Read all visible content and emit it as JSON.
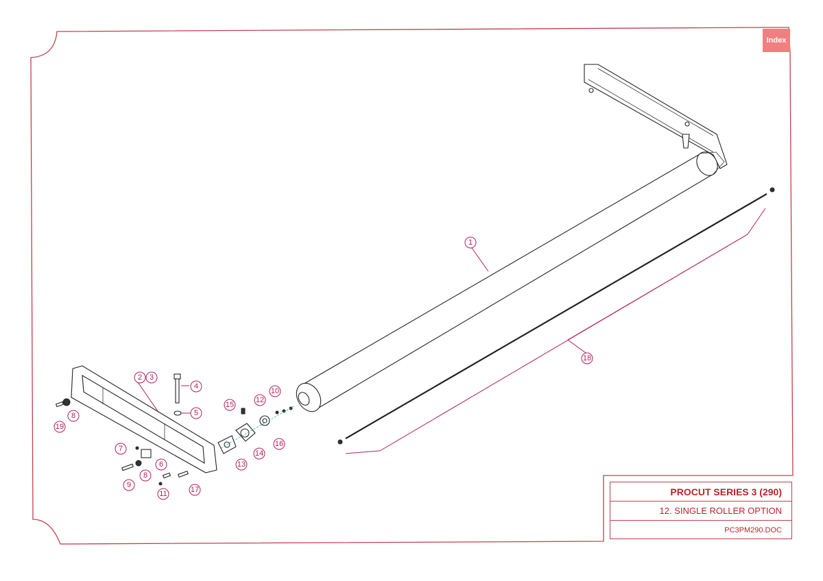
{
  "header": {
    "index_label": "Index"
  },
  "title_block": {
    "title": "PROCUT SERIES 3 (290)",
    "subtitle": "12. SINGLE ROLLER OPTION",
    "doc_ref": "PC3PM290.DOC"
  },
  "colors": {
    "frame": "#c0404a",
    "callout": "#b0205a",
    "index_bg": "#f08080"
  },
  "callouts": [
    "1",
    "2",
    "3",
    "4",
    "5",
    "6",
    "7",
    "8",
    "8",
    "9",
    "10",
    "11",
    "12",
    "13",
    "14",
    "15",
    "16",
    "17",
    "18",
    "19"
  ]
}
